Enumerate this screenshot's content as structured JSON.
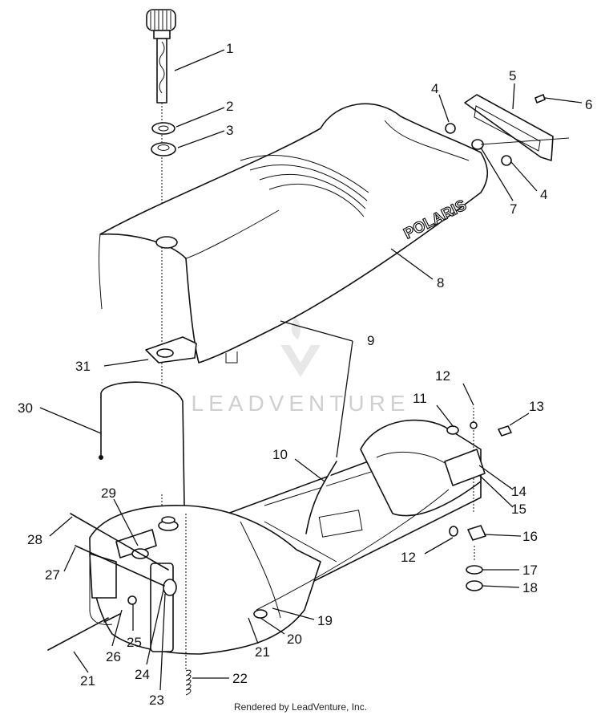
{
  "callouts": [
    {
      "id": "1",
      "text": "1"
    },
    {
      "id": "2",
      "text": "2"
    },
    {
      "id": "3",
      "text": "3"
    },
    {
      "id": "4a",
      "text": "4"
    },
    {
      "id": "4b",
      "text": "4"
    },
    {
      "id": "5",
      "text": "5"
    },
    {
      "id": "6",
      "text": "6"
    },
    {
      "id": "7",
      "text": "7"
    },
    {
      "id": "8",
      "text": "8"
    },
    {
      "id": "9",
      "text": "9"
    },
    {
      "id": "10",
      "text": "10"
    },
    {
      "id": "11",
      "text": "11"
    },
    {
      "id": "12a",
      "text": "12"
    },
    {
      "id": "12b",
      "text": "12"
    },
    {
      "id": "13",
      "text": "13"
    },
    {
      "id": "14",
      "text": "14"
    },
    {
      "id": "15",
      "text": "15"
    },
    {
      "id": "16",
      "text": "16"
    },
    {
      "id": "17",
      "text": "17"
    },
    {
      "id": "18",
      "text": "18"
    },
    {
      "id": "19",
      "text": "19"
    },
    {
      "id": "20",
      "text": "20"
    },
    {
      "id": "21a",
      "text": "21"
    },
    {
      "id": "21b",
      "text": "21"
    },
    {
      "id": "22",
      "text": "22"
    },
    {
      "id": "23",
      "text": "23"
    },
    {
      "id": "24",
      "text": "24"
    },
    {
      "id": "25",
      "text": "25"
    },
    {
      "id": "26",
      "text": "26"
    },
    {
      "id": "27",
      "text": "27"
    },
    {
      "id": "28",
      "text": "28"
    },
    {
      "id": "29",
      "text": "29"
    },
    {
      "id": "30",
      "text": "30"
    },
    {
      "id": "31",
      "text": "31"
    }
  ],
  "brand_text": "POLARIS",
  "watermark_text": "LEADVENTURE",
  "footer_text": "Rendered by LeadVenture, Inc."
}
